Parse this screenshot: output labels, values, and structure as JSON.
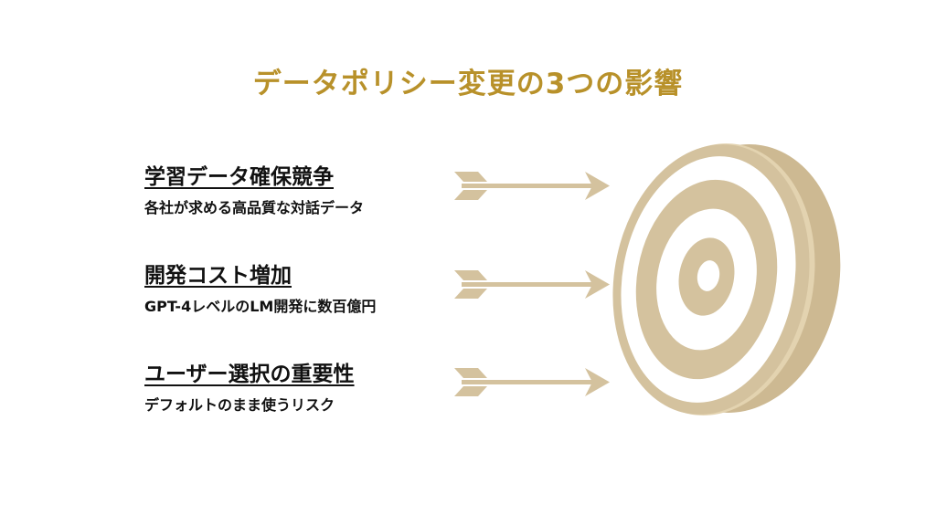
{
  "title": "データポリシー変更の3つの影響",
  "items": [
    {
      "heading": "学習データ確保競争",
      "sub": "各社が求める高品質な対話データ"
    },
    {
      "heading": "開発コスト増加",
      "sub": "GPT-4レベルのLM開発に数百億円"
    },
    {
      "heading": "ユーザー選択の重要性",
      "sub": "デフォルトのまま使うリスク"
    }
  ],
  "colors": {
    "title": "#B8912A",
    "accent": "#D4C29E",
    "text": "#111111"
  }
}
